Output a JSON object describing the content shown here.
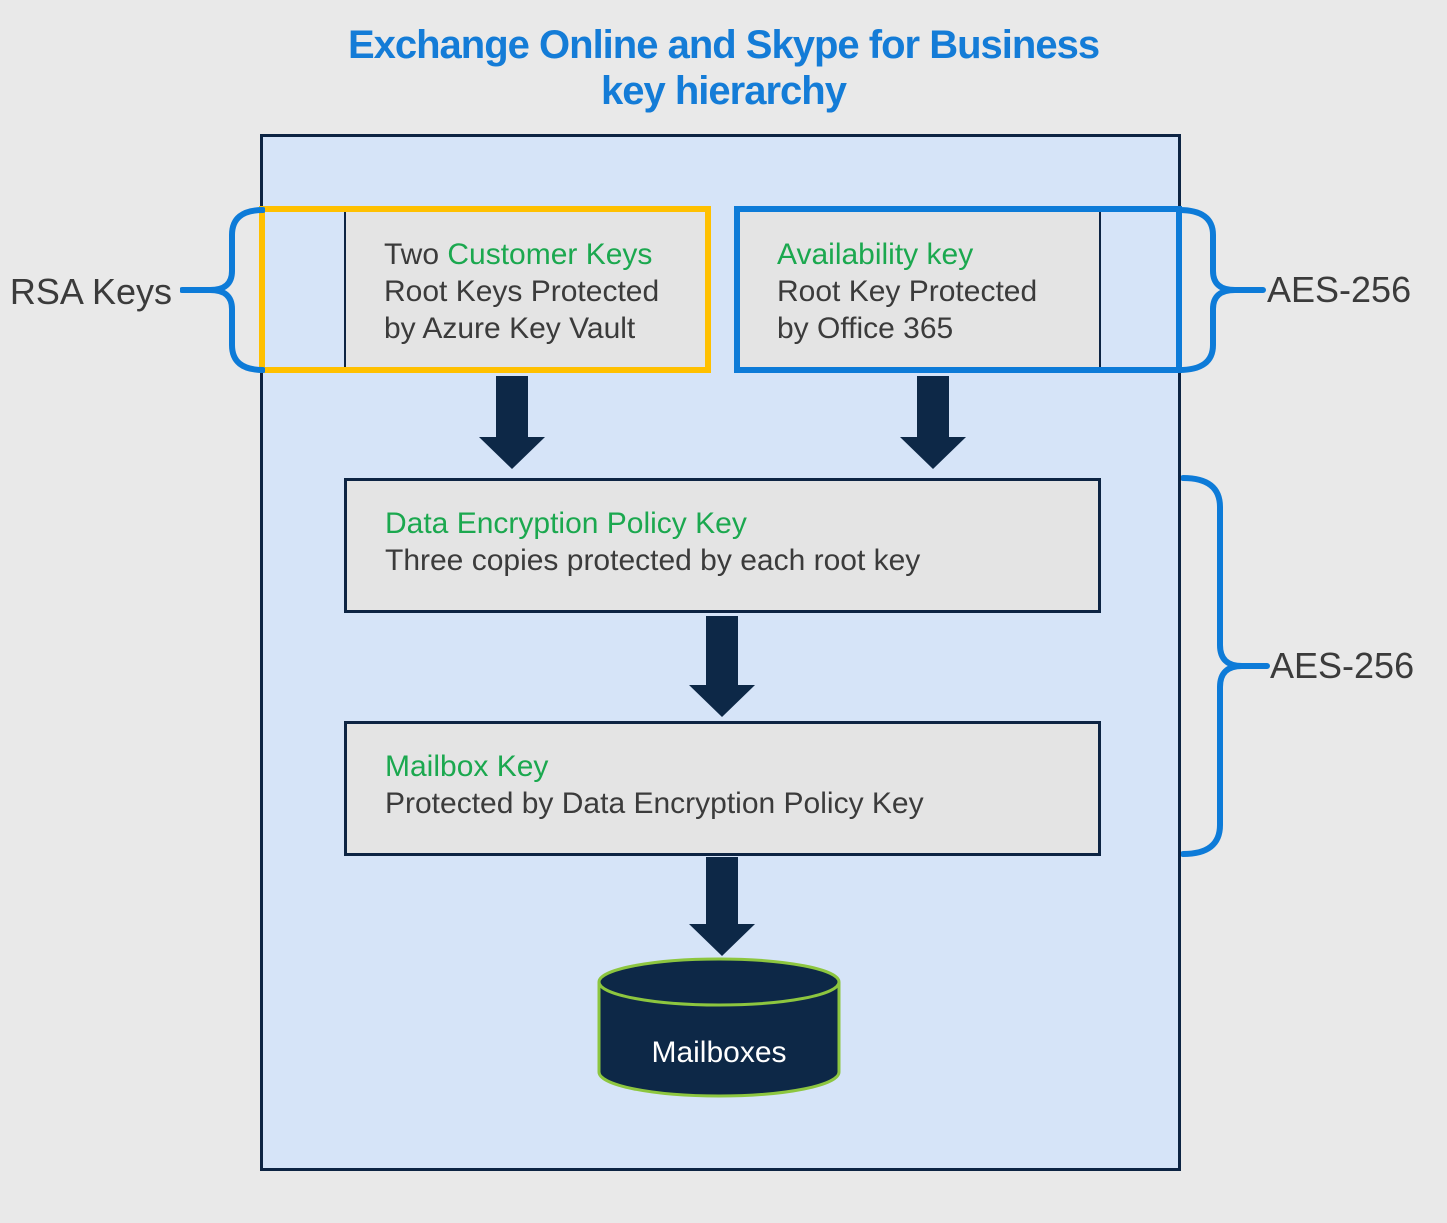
{
  "title": {
    "line1": "Exchange Online and Skype for Business",
    "line2": "key hierarchy"
  },
  "side_labels": {
    "rsa_keys": "RSA Keys",
    "aes_256_top": "AES-256",
    "aes_256_bottom": "AES-256"
  },
  "nodes": {
    "customer_keys": {
      "title_prefix": "Two ",
      "title": "Customer Keys",
      "line2": "Root Keys Protected",
      "line3": "by Azure Key Vault"
    },
    "availability_key": {
      "title": "Availability key",
      "line2": "Root Key Protected",
      "line3": "by Office 365"
    },
    "data_encryption_policy_key": {
      "title": "Data Encryption Policy Key",
      "subtitle": "Three copies protected by each root key"
    },
    "mailbox_key": {
      "title": "Mailbox Key",
      "subtitle": "Protected by Data Encryption Policy Key"
    },
    "mailboxes": {
      "label": "Mailboxes"
    }
  },
  "colors": {
    "title_blue": "#147cd7",
    "accent_blue": "#0d7bd8",
    "accent_orange": "#ffc000",
    "key_green": "#1ba84f",
    "navy": "#0d2847",
    "container_border": "#0d2443",
    "container_fill": "#d6e4f8",
    "box_fill": "#e4e4e4",
    "cylinder_outline_green": "#8dc63f",
    "text_dark": "#3b3b3b",
    "page_background": "#e9e9e9"
  }
}
